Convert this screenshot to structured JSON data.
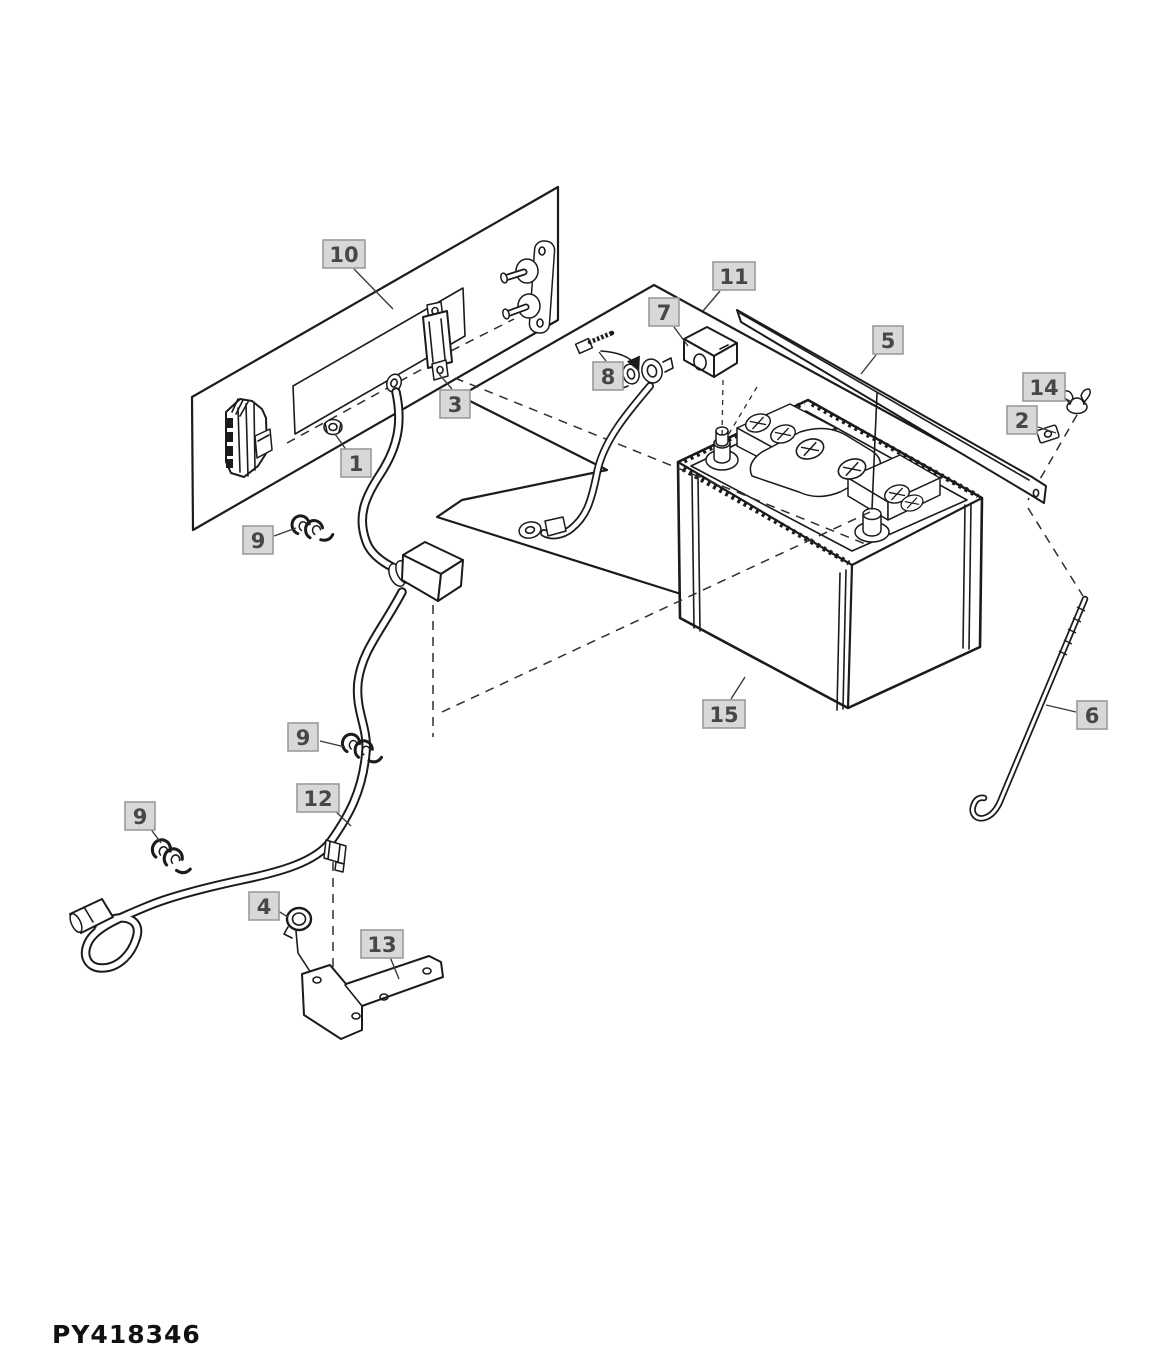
{
  "figure": {
    "description_code": "PY418346",
    "colors": {
      "background": "#ffffff",
      "line": "#1b1b1b",
      "callout_background": "#d8d8d8",
      "callout_border": "#9b9b9b",
      "callout_text": "#474747"
    }
  },
  "callouts": [
    {
      "label": "10"
    },
    {
      "label": "11"
    },
    {
      "label": "7"
    },
    {
      "label": "5"
    },
    {
      "label": "8"
    },
    {
      "label": "14"
    },
    {
      "label": "2"
    },
    {
      "label": "3"
    },
    {
      "label": "1"
    },
    {
      "label": "9"
    },
    {
      "label": "15"
    },
    {
      "label": "6"
    },
    {
      "label": "9"
    },
    {
      "label": "12"
    },
    {
      "label": "9"
    },
    {
      "label": "4"
    },
    {
      "label": "13"
    }
  ],
  "footer": {
    "text": "PY418346"
  }
}
